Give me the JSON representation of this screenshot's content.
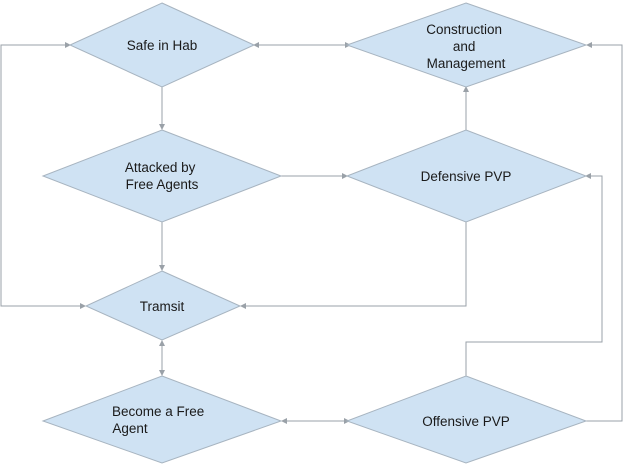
{
  "diagram": {
    "nodes": [
      {
        "id": "safe",
        "lines": [
          "Safe in Hab"
        ]
      },
      {
        "id": "construction",
        "lines": [
          "Construction",
          "and",
          "Management"
        ]
      },
      {
        "id": "attacked",
        "lines": [
          "Attacked by",
          "Free Agents"
        ]
      },
      {
        "id": "defensive",
        "lines": [
          "Defensive PVP"
        ]
      },
      {
        "id": "transit",
        "lines": [
          "Tramsit"
        ]
      },
      {
        "id": "become",
        "lines": [
          "Become a Free",
          "Agent"
        ]
      },
      {
        "id": "offensive",
        "lines": [
          "Offensive PVP"
        ]
      }
    ],
    "edges": [
      {
        "from": "safe",
        "to": "construction",
        "bidirectional": true
      },
      {
        "from": "safe",
        "to": "attacked",
        "bidirectional": false
      },
      {
        "from": "attacked",
        "to": "defensive",
        "bidirectional": false
      },
      {
        "from": "defensive",
        "to": "construction",
        "bidirectional": false
      },
      {
        "from": "attacked",
        "to": "transit",
        "bidirectional": false
      },
      {
        "from": "defensive",
        "to": "transit",
        "bidirectional": false
      },
      {
        "from": "transit",
        "to": "safe",
        "bidirectional": true
      },
      {
        "from": "transit",
        "to": "become",
        "bidirectional": true
      },
      {
        "from": "become",
        "to": "offensive",
        "bidirectional": true
      },
      {
        "from": "offensive",
        "to": "defensive",
        "bidirectional": false
      },
      {
        "from": "offensive",
        "to": "construction",
        "bidirectional": false
      }
    ],
    "colors": {
      "node_fill": "#cfe2f3",
      "node_stroke": "#a7b4c0",
      "edge": "#9aa1a8"
    }
  }
}
